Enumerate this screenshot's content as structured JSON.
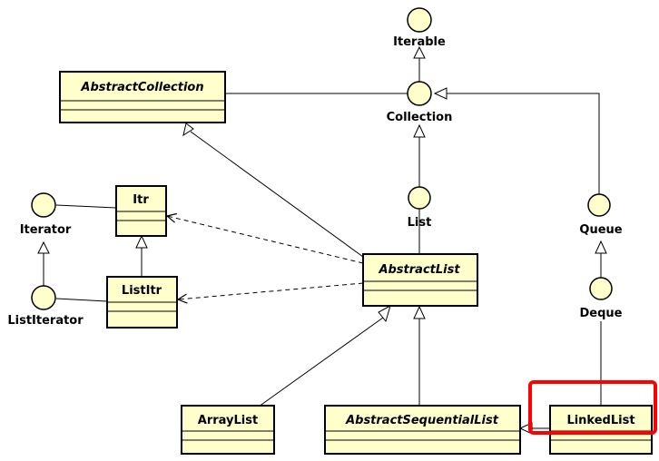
{
  "interfaces": {
    "iterable": "Iterable",
    "collection": "Collection",
    "list": "List",
    "queue": "Queue",
    "deque": "Deque",
    "iterator": "Iterator",
    "list_iterator": "ListIterator"
  },
  "classes": {
    "abstract_collection": "AbstractCollection",
    "itr": "Itr",
    "list_itr": "ListItr",
    "abstract_list": "AbstractList",
    "array_list": "ArrayList",
    "abstract_sequential_list": "AbstractSequentialList",
    "linked_list": "LinkedList"
  },
  "colors": {
    "node_fill": "#ffffcc",
    "stroke": "#000000",
    "highlight": "#ff0000"
  }
}
